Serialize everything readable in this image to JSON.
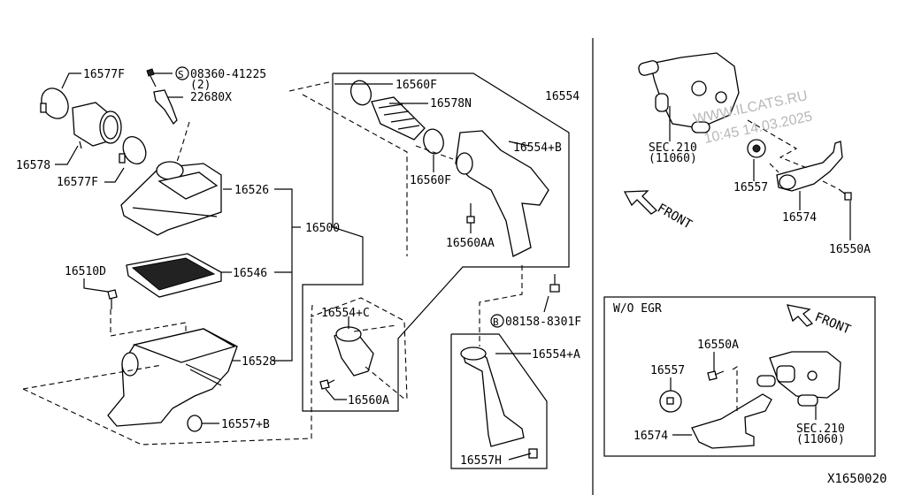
{
  "diagram": {
    "code": "X1650020",
    "watermark": {
      "line1": "WWW.ILCATS.RU",
      "line2": "10:45 14.03.2025"
    },
    "left_section": {
      "labels": {
        "p16577F_top": "16577F",
        "p08360": "08360-41225",
        "p08360_qty": "(2)",
        "p08360_prefix": "S",
        "p22680X": "22680X",
        "p16578": "16578",
        "p16577F_bottom": "16577F",
        "p16526": "16526",
        "p16500": "16500",
        "p16510D": "16510D",
        "p16546": "16546",
        "p16528": "16528",
        "p16557B": "16557+B",
        "p16560F_top": "16560F",
        "p16578N": "16578N",
        "p16554": "16554",
        "p16554B": "16554+B",
        "p16560F_bottom": "16560F",
        "p16560AA": "16560AA",
        "p16554C": "16554+C",
        "p16560A": "16560A",
        "p08158": "08158-8301F",
        "p08158_prefix": "B",
        "p16554A": "16554+A",
        "p16557H": "16557H"
      }
    },
    "right_top_section": {
      "labels": {
        "sec": "SEC.210",
        "sec_ref": "(11060)",
        "p16557": "16557",
        "p16574": "16574",
        "p16550A": "16550A",
        "front": "FRONT"
      }
    },
    "right_bottom_section": {
      "title": "W/O EGR",
      "labels": {
        "p16550A": "16550A",
        "p16557": "16557",
        "p16574": "16574",
        "sec": "SEC.210",
        "sec_ref": "(11060)",
        "front": "FRONT"
      }
    }
  }
}
